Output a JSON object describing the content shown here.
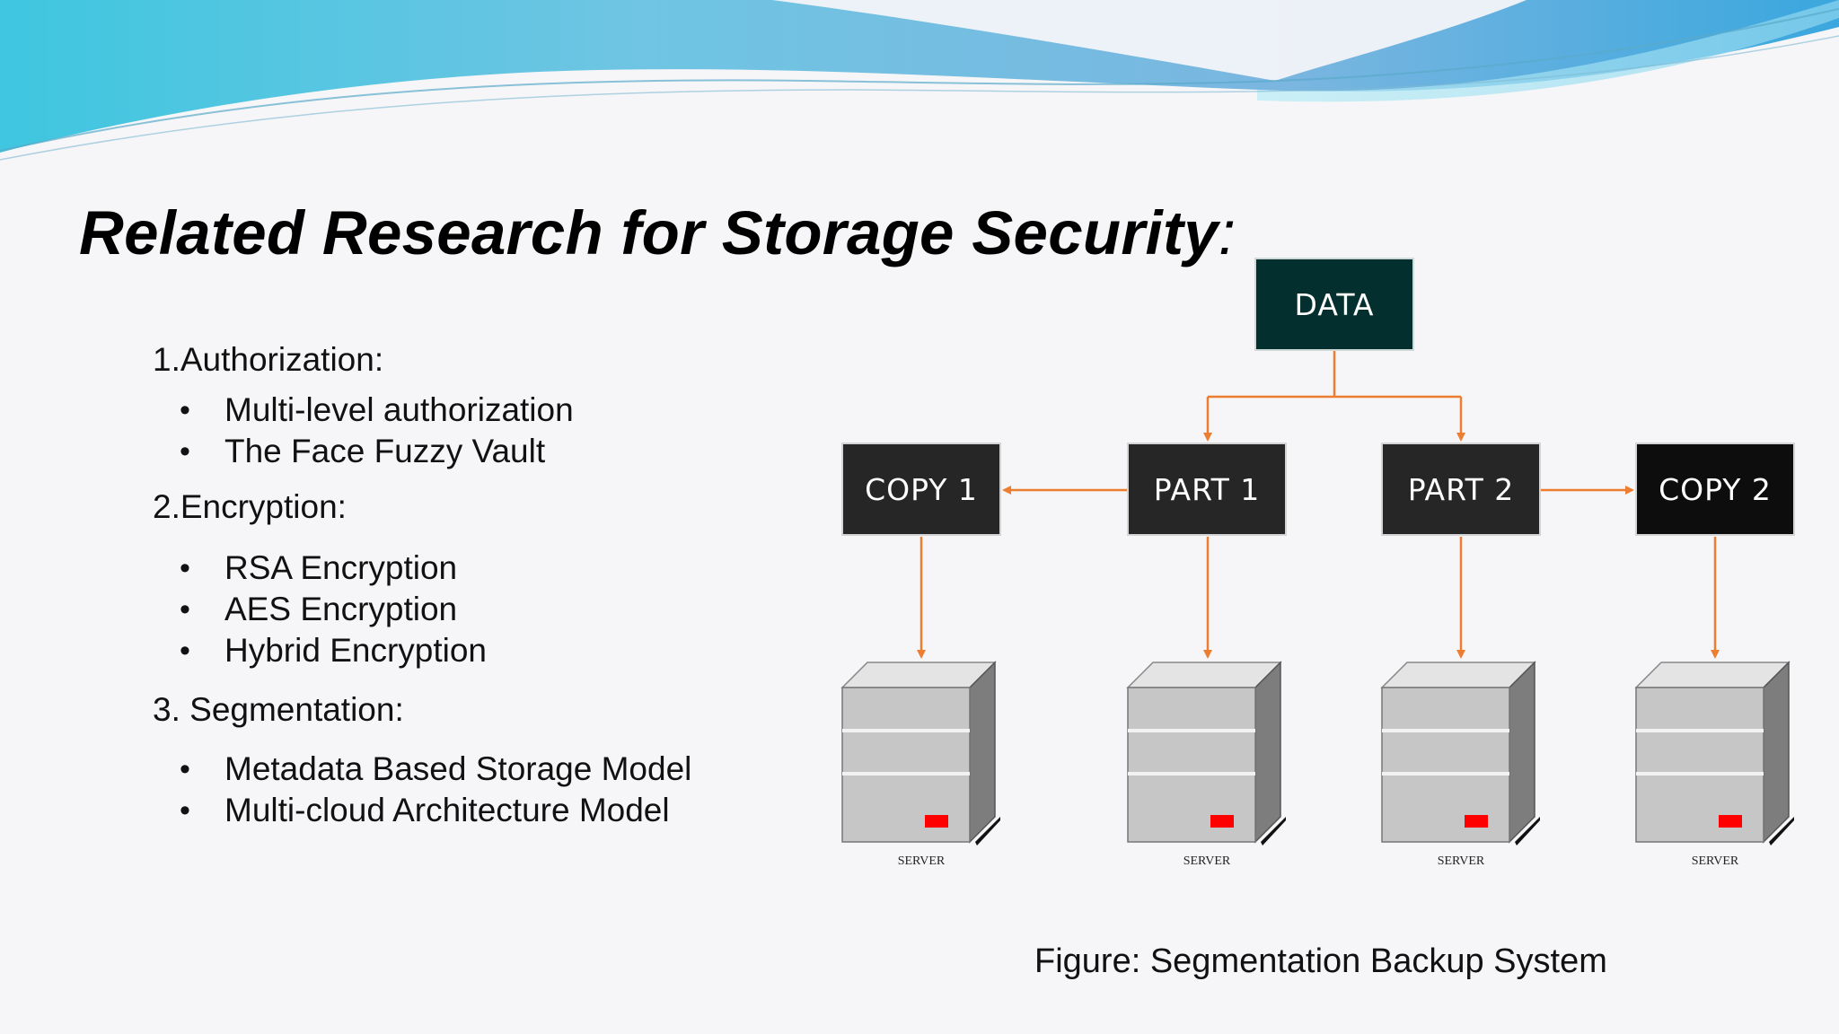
{
  "title": "Related Research for Storage Security",
  "title_colon": ":",
  "sections": [
    {
      "heading": "1.Authorization:",
      "items": [
        "Multi-level authorization",
        "The Face Fuzzy Vault"
      ]
    },
    {
      "heading": "2.Encryption:",
      "items": [
        "RSA Encryption",
        "AES Encryption",
        "Hybrid Encryption"
      ]
    },
    {
      "heading": "3. Segmentation:",
      "items": [
        "Metadata Based Storage Model",
        "Multi-cloud Architecture  Model"
      ]
    }
  ],
  "bullet_glyph": "•",
  "diagram": {
    "nodes": {
      "data": "DATA",
      "copy1": "COPY 1",
      "part1": "PART 1",
      "part2": "PART 2",
      "copy2": "COPY 2"
    },
    "server_label": "SERVER",
    "colors": {
      "data_box": "#03302e",
      "node_box": "#262626",
      "copy2_box": "#0d0d0d",
      "arrow": "#ed7d31",
      "server_body": "#c6c6c6",
      "server_indicator": "#ff0000"
    }
  },
  "caption": "Figure: Segmentation Backup System"
}
